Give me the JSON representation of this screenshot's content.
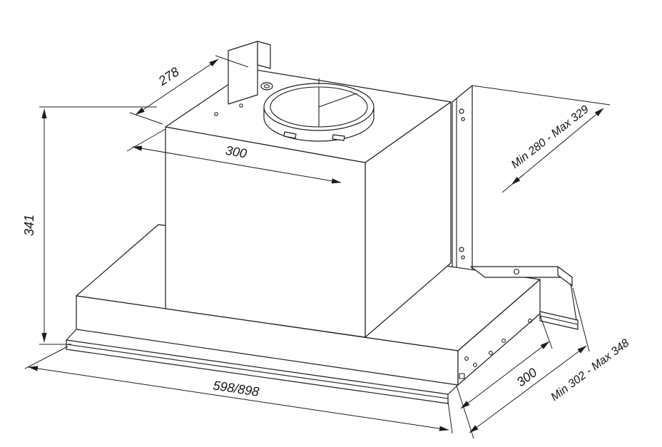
{
  "drawing": {
    "background_color": "#ffffff",
    "line_color": "#1c1c1c",
    "labels": {
      "bracket_depth": "278",
      "duct_center_offset": "300",
      "hang_height_range": "Min 280 - Max 329",
      "body_height": "341",
      "body_width": "598/898",
      "body_depth": "300",
      "depth_range": "Min 302 - Max 348"
    }
  }
}
